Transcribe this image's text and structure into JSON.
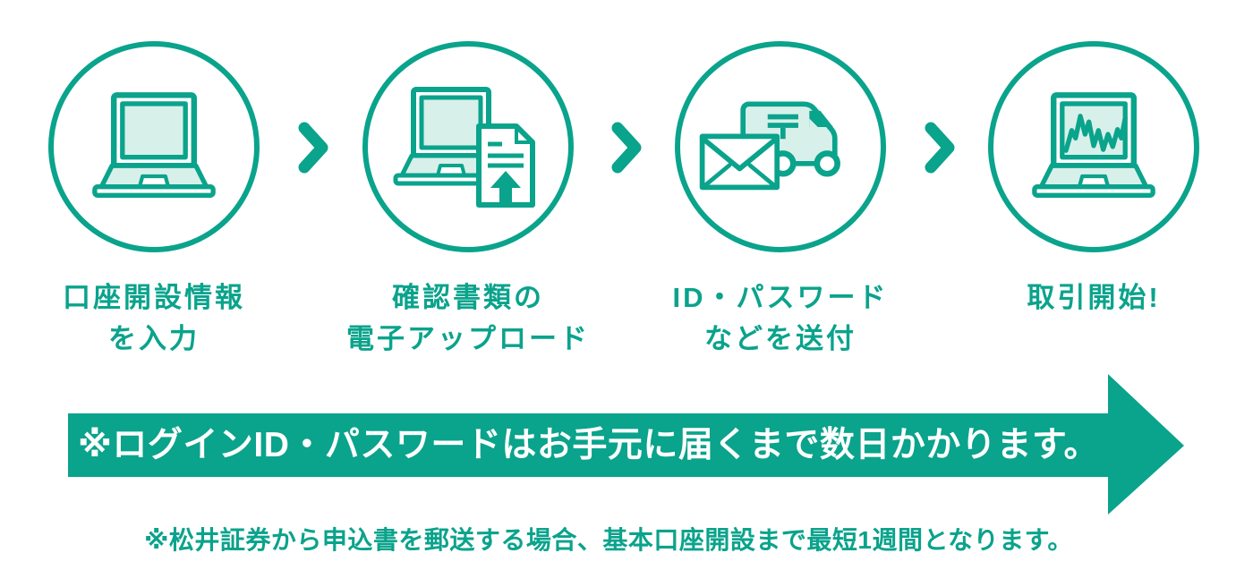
{
  "colors": {
    "teal": "#0aa38c",
    "pale_fill": "#d8f0ea",
    "banner_text": "#ffffff",
    "background": "#ffffff"
  },
  "steps": [
    {
      "icon": "laptop-icon",
      "lines": [
        "口座開設情報",
        "を入力"
      ]
    },
    {
      "icon": "document-upload-icon",
      "lines": [
        "確認書類の",
        "電子アップロード"
      ]
    },
    {
      "icon": "mail-delivery-truck-icon",
      "lines": [
        "ID・パスワード",
        "などを送付"
      ]
    },
    {
      "icon": "trading-chart-icon",
      "lines": [
        "取引開始!"
      ]
    }
  ],
  "separators": {
    "icon": "chevron-right-icon",
    "count": 3
  },
  "banner": {
    "text": "※ログインID・パスワードはお手元に届くまで数日かかります。"
  },
  "footnote": {
    "text": "※松井証券から申込書を郵送する場合、基本口座開設まで最短1週間となります。"
  }
}
